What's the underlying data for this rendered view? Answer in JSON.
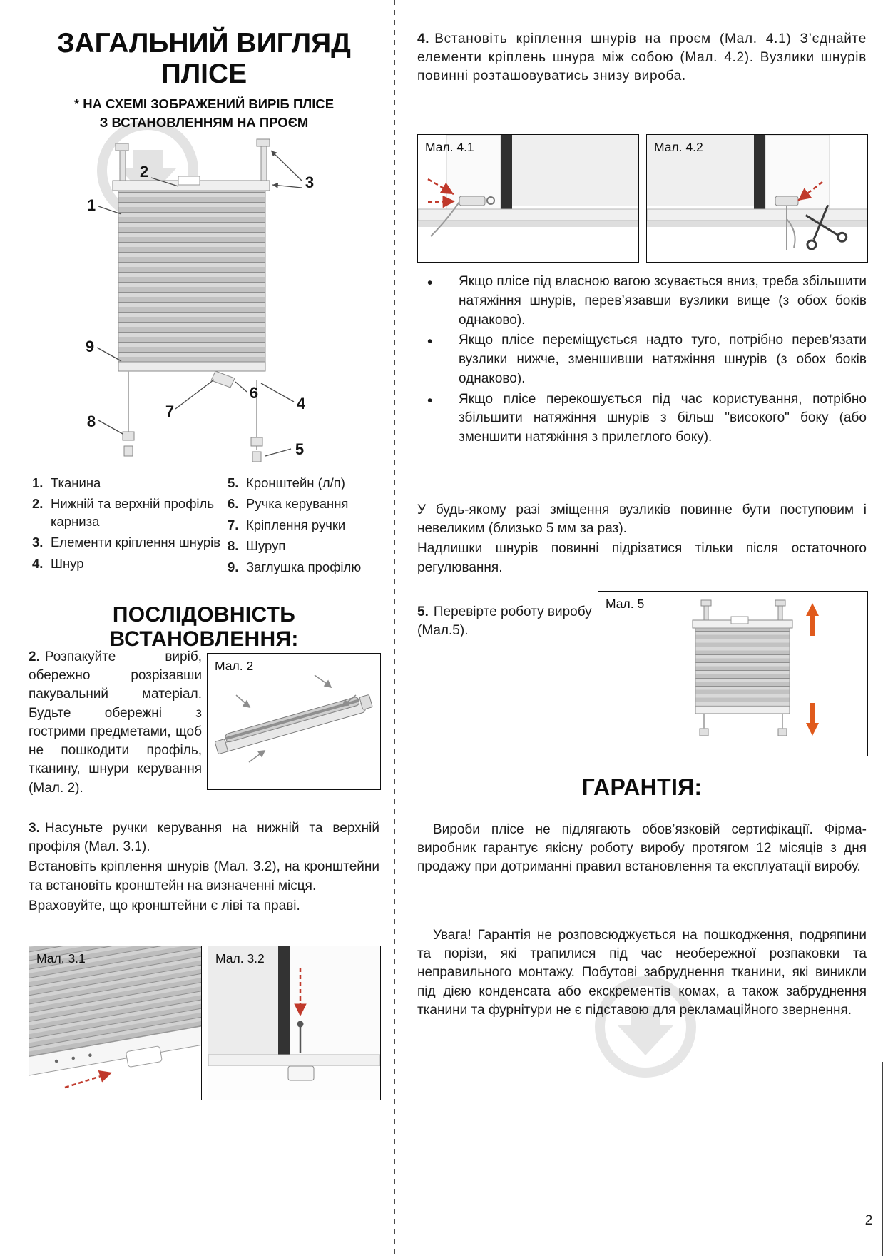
{
  "colors": {
    "arrow_red": "#c0392b",
    "arrow_orange": "#e05a1c",
    "ink": "#1c1c1c"
  },
  "left": {
    "title_line1": "ЗАГАЛЬНИЙ ВИГЛЯД",
    "title_line2": "ПЛІСЕ",
    "subtitle_line1": "* НА СХЕМІ ЗОБРАЖЕНИЙ ВИРІБ ПЛІСЕ",
    "subtitle_line2": "З ВСТАНОВЛЕННЯМ НА ПРОЄМ",
    "diagram": {
      "callouts": [
        "1",
        "2",
        "3",
        "4",
        "5",
        "6",
        "7",
        "8",
        "9"
      ]
    },
    "legend": {
      "col1": [
        {
          "num": "1.",
          "label": "Тканина"
        },
        {
          "num": "2.",
          "label": "Нижній та верхній профіль карниза"
        },
        {
          "num": "3.",
          "label": "Елементи кріплення шнурів"
        },
        {
          "num": "4.",
          "label": "Шнур"
        }
      ],
      "col2": [
        {
          "num": "5.",
          "label": "Кронштейн (л/п)"
        },
        {
          "num": "6.",
          "label": "Ручка керування"
        },
        {
          "num": "7.",
          "label": "Кріплення ручки"
        },
        {
          "num": "8.",
          "label": "Шуруп"
        },
        {
          "num": "9.",
          "label": "Заглушка профілю"
        }
      ]
    },
    "sequence_heading": "ПОСЛІДОВНІСТЬ ВСТАНОВЛЕННЯ:",
    "step2": {
      "num": "2.",
      "text": "Розпакуйте виріб, обережно розрізавши пакувальний матеріал. Будьте обережні з гострими предметами, щоб не пошкодити профіль, тканину, шнури керування (Мал. 2)."
    },
    "fig2_label": "Мал. 2",
    "step3": {
      "num": "3.",
      "p1": "Насуньте ручки керування на нижній та верхній профіля (Мал. 3.1).",
      "p2": "Встановіть кріплення шнурів (Мал. 3.2), на кронштейни та встановіть кронштейн на визначенні місця.",
      "p3": "Враховуйте, що кронштейни є ліві та праві."
    },
    "fig31_label": "Мал. 3.1",
    "fig32_label": "Мал. 3.2"
  },
  "right": {
    "step4": {
      "num": "4.",
      "text": "Встановіть кріплення шнурів на проєм (Мал. 4.1) З’єднайте елементи кріплень шнура між собою (Мал. 4.2). Вузлики шнурів повинні розташовуватись знизу вироба."
    },
    "fig41_label": "Мал. 4.1",
    "fig42_label": "Мал. 4.2",
    "bullets": [
      "Якщо плісе під власною вагою зсувається вниз, треба збільшити натяжіння шнурів, перев’язавши вузлики вище (з обох боків однаково).",
      "Якщо плісе переміщується надто туго, потрібно перев’язати вузлики нижче, зменшивши натяжіння шнурів (з обох боків однаково).",
      "Якщо плісе перекошується під час користування, потрібно збільшити натяжіння шнурів з більш \"високого\" боку (або зменшити натяжіння з прилеглого боку)."
    ],
    "note_p1": "У будь-якому разі зміщення вузликів повинне бути поступовим і невеликим (близько 5 мм за раз).",
    "note_p2": "Надлишки шнурів повинні підрізатися тільки після остаточного регулювання.",
    "step5": {
      "num": "5.",
      "text": "Перевірте роботу виробу (Мал.5)."
    },
    "fig5_label": "Мал. 5",
    "warranty_heading": "ГАРАНТІЯ:",
    "warranty_p1": "Вироби плісе не підлягають обов’язковій сертифікації. Фірма-виробник гарантує якісну роботу виробу протягом 12 місяців з дня продажу при дотриманні правил встановлення та експлуатації виробу.",
    "warranty_p2": "Увага! Гарантія не розповсюджується на пошкодження, подряпини та порізи, які трапилися під час необережної розпаковки та неправильного монтажу. Побутові забруднення тканини, які виникли під дією конденсата або екскрементів комах, а також забруднення тканини та фурнітури не є підставою для рекламаційного звернення."
  },
  "page_number": "2"
}
